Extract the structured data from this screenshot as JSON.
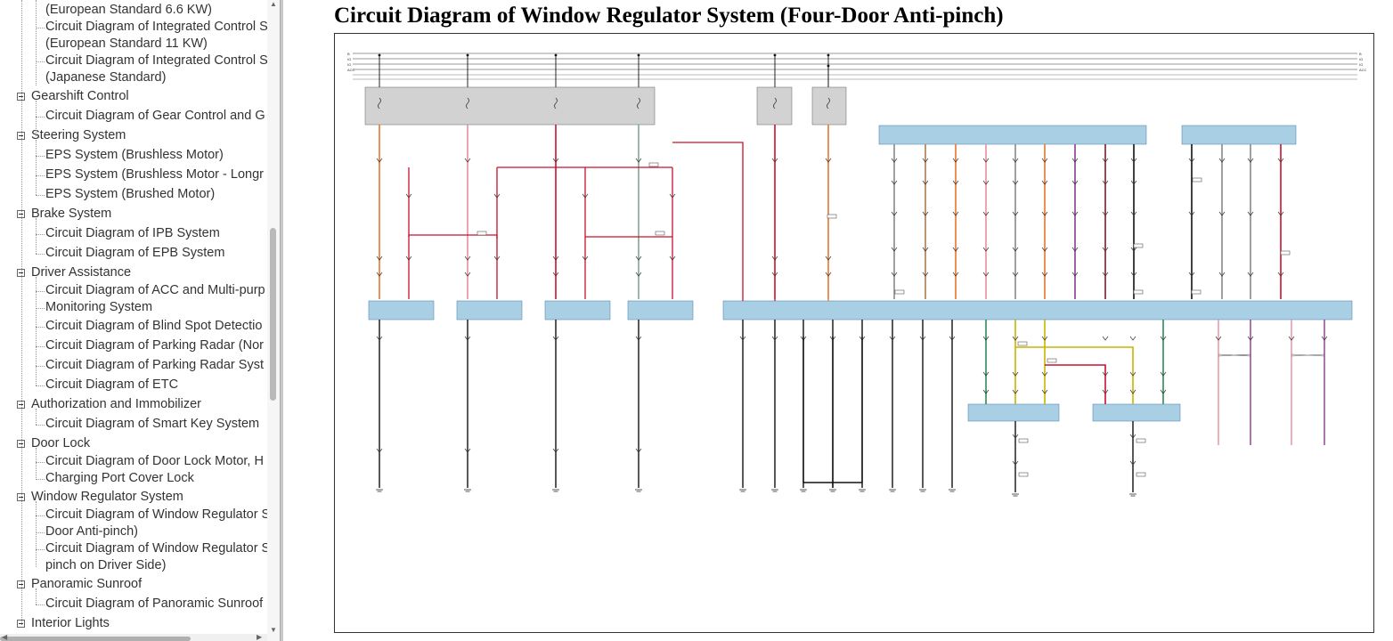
{
  "sidebar": {
    "items": [
      {
        "label": "(European Standard 6.6 KW)",
        "level": 2
      },
      {
        "label": "Circuit Diagram of Integrated Control S",
        "level": 2
      },
      {
        "label": "(European Standard 11 KW)",
        "level": 2
      },
      {
        "label": "Circuit Diagram of Integrated Control S",
        "level": 2
      },
      {
        "label": "(Japanese Standard)",
        "level": 2
      },
      {
        "label": "Gearshift Control",
        "level": 1
      },
      {
        "label": "Circuit Diagram of Gear Control and G",
        "level": 2
      },
      {
        "label": "Steering System",
        "level": 1
      },
      {
        "label": "EPS System (Brushless Motor)",
        "level": 2
      },
      {
        "label": "EPS System (Brushless Motor - Longr",
        "level": 2
      },
      {
        "label": "EPS System (Brushed Motor)",
        "level": 2
      },
      {
        "label": "Brake System",
        "level": 1
      },
      {
        "label": "Circuit Diagram of IPB System",
        "level": 2
      },
      {
        "label": "Circuit Diagram of EPB System",
        "level": 2
      },
      {
        "label": "Driver Assistance",
        "level": 1
      },
      {
        "label": "Circuit Diagram of ACC and Multi-purp",
        "level": 2
      },
      {
        "label": "Monitoring System",
        "level": 2
      },
      {
        "label": "Circuit Diagram of Blind Spot Detectio",
        "level": 2
      },
      {
        "label": "Circuit Diagram of Parking Radar (Nor",
        "level": 2
      },
      {
        "label": "Circuit Diagram of Parking Radar Syst",
        "level": 2
      },
      {
        "label": "Circuit Diagram of ETC",
        "level": 2
      },
      {
        "label": "Authorization and Immobilizer",
        "level": 1
      },
      {
        "label": "Circuit Diagram of Smart Key System",
        "level": 2
      },
      {
        "label": "Door Lock",
        "level": 1
      },
      {
        "label": "Circuit Diagram of Door Lock Motor, H",
        "level": 2
      },
      {
        "label": "Charging Port Cover Lock",
        "level": 2
      },
      {
        "label": "Window Regulator System",
        "level": 1
      },
      {
        "label": "Circuit Diagram of Window Regulator S",
        "level": 2
      },
      {
        "label": "Door Anti-pinch)",
        "level": 2
      },
      {
        "label": "Circuit Diagram of Window Regulator S",
        "level": 2
      },
      {
        "label": "pinch on Driver Side)",
        "level": 2
      },
      {
        "label": "Panoramic Sunroof",
        "level": 1
      },
      {
        "label": "Circuit Diagram of Panoramic Sunroof",
        "level": 2
      },
      {
        "label": "Interior Lights",
        "level": 1
      }
    ]
  },
  "content": {
    "title": "Circuit Diagram of Window Regulator System (Four-Door Anti-pinch)"
  },
  "colors": {
    "wire_orange": "#e8742a",
    "wire_red": "#c8102e",
    "wire_pink": "#e78fa0",
    "wire_gray": "#888888",
    "wire_green": "#2e8b57",
    "wire_yellow": "#c8b400",
    "wire_purple": "#8a3b8f",
    "wire_black": "#111111",
    "wire_brown": "#b07a4a",
    "module_blue": "#a9cfe4",
    "fuse_gray": "#d2d2d2"
  },
  "diagram": {
    "rail_labels": [
      "B",
      "IG",
      "IG",
      "ACC"
    ]
  }
}
